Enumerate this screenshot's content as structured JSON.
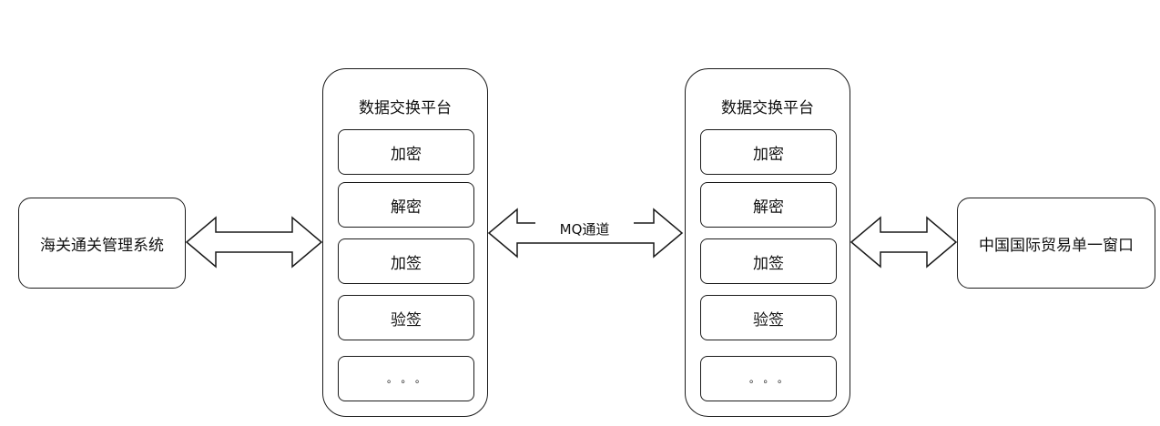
{
  "left_system": {
    "label": "海关通关管理系统"
  },
  "right_system": {
    "label": "中国国际贸易单一窗口"
  },
  "channel": {
    "label": "MQ通道"
  },
  "platform_left": {
    "title": "数据交换平台",
    "modules": [
      "加密",
      "解密",
      "加签",
      "验签",
      "。。。"
    ]
  },
  "platform_right": {
    "title": "数据交换平台",
    "modules": [
      "加密",
      "解密",
      "加签",
      "验签",
      "。。。"
    ]
  }
}
